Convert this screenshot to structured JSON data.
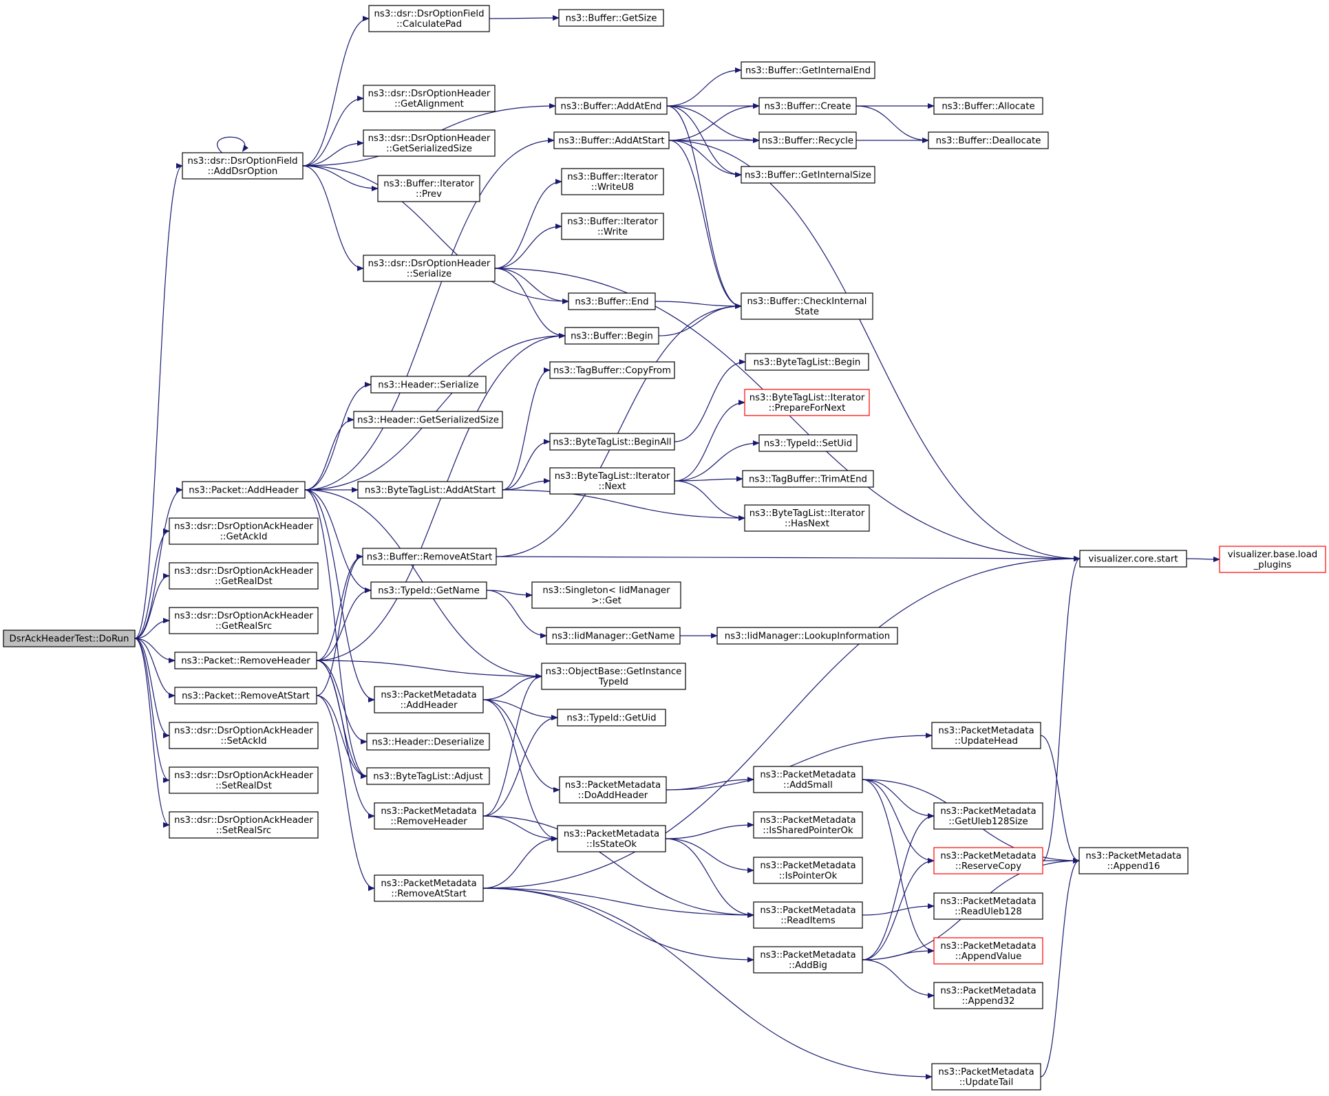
{
  "colors": {
    "edge": "#191970",
    "root_fill": "#bfbfbf",
    "node_border": "#000000",
    "truncated_border": "#ff0000"
  },
  "nodes": [
    {
      "id": "root",
      "lines": [
        "DsrAckHeaderTest::DoRun"
      ],
      "kind": "root"
    },
    {
      "id": "addDsrOption",
      "lines": [
        "ns3::dsr::DsrOptionField",
        "::AddDsrOption"
      ]
    },
    {
      "id": "calculatePad",
      "lines": [
        "ns3::dsr::DsrOptionField",
        "::CalculatePad"
      ]
    },
    {
      "id": "bufGetSize",
      "lines": [
        "ns3::Buffer::GetSize"
      ]
    },
    {
      "id": "getAlignment",
      "lines": [
        "ns3::dsr::DsrOptionHeader",
        "::GetAlignment"
      ]
    },
    {
      "id": "getSerSizeOpt",
      "lines": [
        "ns3::dsr::DsrOptionHeader",
        "::GetSerializedSize"
      ]
    },
    {
      "id": "iterPrev",
      "lines": [
        "ns3::Buffer::Iterator",
        "::Prev"
      ]
    },
    {
      "id": "optSerialize",
      "lines": [
        "ns3::dsr::DsrOptionHeader",
        "::Serialize"
      ]
    },
    {
      "id": "addAtEnd",
      "lines": [
        "ns3::Buffer::AddAtEnd"
      ]
    },
    {
      "id": "addAtStartBuf",
      "lines": [
        "ns3::Buffer::AddAtStart"
      ]
    },
    {
      "id": "writeU8",
      "lines": [
        "ns3::Buffer::Iterator",
        "::WriteU8"
      ]
    },
    {
      "id": "write",
      "lines": [
        "ns3::Buffer::Iterator",
        "::Write"
      ]
    },
    {
      "id": "bufEnd",
      "lines": [
        "ns3::Buffer::End"
      ]
    },
    {
      "id": "bufBegin",
      "lines": [
        "ns3::Buffer::Begin"
      ]
    },
    {
      "id": "getInternalEnd",
      "lines": [
        "ns3::Buffer::GetInternalEnd"
      ]
    },
    {
      "id": "bufCreate",
      "lines": [
        "ns3::Buffer::Create"
      ]
    },
    {
      "id": "bufRecycle",
      "lines": [
        "ns3::Buffer::Recycle"
      ]
    },
    {
      "id": "getInternalSize",
      "lines": [
        "ns3::Buffer::GetInternalSize"
      ]
    },
    {
      "id": "checkInternal",
      "lines": [
        "ns3::Buffer::CheckInternal",
        "State"
      ]
    },
    {
      "id": "allocate",
      "lines": [
        "ns3::Buffer::Allocate"
      ]
    },
    {
      "id": "deallocate",
      "lines": [
        "ns3::Buffer::Deallocate"
      ]
    },
    {
      "id": "hdrSerialize",
      "lines": [
        "ns3::Header::Serialize"
      ]
    },
    {
      "id": "hdrGetSerSize",
      "lines": [
        "ns3::Header::GetSerializedSize"
      ]
    },
    {
      "id": "tagCopyFrom",
      "lines": [
        "ns3::TagBuffer::CopyFrom"
      ]
    },
    {
      "id": "btlBegin",
      "lines": [
        "ns3::ByteTagList::Begin"
      ]
    },
    {
      "id": "prepareForNext",
      "lines": [
        "ns3::ByteTagList::Iterator",
        "::PrepareForNext"
      ],
      "kind": "trunc"
    },
    {
      "id": "beginAll",
      "lines": [
        "ns3::ByteTagList::BeginAll"
      ]
    },
    {
      "id": "setUid",
      "lines": [
        "ns3::TypeId::SetUid"
      ]
    },
    {
      "id": "btlNext",
      "lines": [
        "ns3::ByteTagList::Iterator",
        "::Next"
      ]
    },
    {
      "id": "trimAtEnd",
      "lines": [
        "ns3::TagBuffer::TrimAtEnd"
      ]
    },
    {
      "id": "btlAddAtStart",
      "lines": [
        "ns3::ByteTagList::AddAtStart"
      ]
    },
    {
      "id": "hasNext",
      "lines": [
        "ns3::ByteTagList::Iterator",
        "::HasNext"
      ]
    },
    {
      "id": "pktAddHeader",
      "lines": [
        "ns3::Packet::AddHeader"
      ]
    },
    {
      "id": "getAckId",
      "lines": [
        "ns3::dsr::DsrOptionAckHeader",
        "::GetAckId"
      ]
    },
    {
      "id": "getRealDst",
      "lines": [
        "ns3::dsr::DsrOptionAckHeader",
        "::GetRealDst"
      ]
    },
    {
      "id": "getRealSrc",
      "lines": [
        "ns3::dsr::DsrOptionAckHeader",
        "::GetRealSrc"
      ]
    },
    {
      "id": "bufRemoveAtStart",
      "lines": [
        "ns3::Buffer::RemoveAtStart"
      ]
    },
    {
      "id": "vizStart",
      "lines": [
        "visualizer.core.start"
      ]
    },
    {
      "id": "vizLoad",
      "lines": [
        "visualizer.base.load",
        "_plugins"
      ],
      "kind": "trunc"
    },
    {
      "id": "typeGetName",
      "lines": [
        "ns3::TypeId::GetName"
      ]
    },
    {
      "id": "singletonGet",
      "lines": [
        "ns3::Singleton< IidManager",
        ">::Get"
      ]
    },
    {
      "id": "iidGetName",
      "lines": [
        "ns3::IidManager::GetName"
      ]
    },
    {
      "id": "lookupInfo",
      "lines": [
        "ns3::IidManager::LookupInformation"
      ]
    },
    {
      "id": "pktRemoveHeader",
      "lines": [
        "ns3::Packet::RemoveHeader"
      ]
    },
    {
      "id": "getInstanceTypeId",
      "lines": [
        "ns3::ObjectBase::GetInstance",
        "TypeId"
      ]
    },
    {
      "id": "pktRemoveAtStart",
      "lines": [
        "ns3::Packet::RemoveAtStart"
      ]
    },
    {
      "id": "pmAddHeader",
      "lines": [
        "ns3::PacketMetadata",
        "::AddHeader"
      ]
    },
    {
      "id": "getUid",
      "lines": [
        "ns3::TypeId::GetUid"
      ]
    },
    {
      "id": "setAckId",
      "lines": [
        "ns3::dsr::DsrOptionAckHeader",
        "::SetAckId"
      ]
    },
    {
      "id": "hdrDeserialize",
      "lines": [
        "ns3::Header::Deserialize"
      ]
    },
    {
      "id": "updateHead",
      "lines": [
        "ns3::PacketMetadata",
        "::UpdateHead"
      ]
    },
    {
      "id": "setRealDst",
      "lines": [
        "ns3::dsr::DsrOptionAckHeader",
        "::SetRealDst"
      ]
    },
    {
      "id": "btlAdjust",
      "lines": [
        "ns3::ByteTagList::Adjust"
      ]
    },
    {
      "id": "doAddHeader",
      "lines": [
        "ns3::PacketMetadata",
        "::DoAddHeader"
      ]
    },
    {
      "id": "addSmall",
      "lines": [
        "ns3::PacketMetadata",
        "::AddSmall"
      ]
    },
    {
      "id": "setRealSrc",
      "lines": [
        "ns3::dsr::DsrOptionAckHeader",
        "::SetRealSrc"
      ]
    },
    {
      "id": "pmRemoveHeader",
      "lines": [
        "ns3::PacketMetadata",
        "::RemoveHeader"
      ]
    },
    {
      "id": "isSharedPointerOk",
      "lines": [
        "ns3::PacketMetadata",
        "::IsSharedPointerOk"
      ]
    },
    {
      "id": "getUleb128Size",
      "lines": [
        "ns3::PacketMetadata",
        "::GetUleb128Size"
      ]
    },
    {
      "id": "isStateOk",
      "lines": [
        "ns3::PacketMetadata",
        "::IsStateOk"
      ]
    },
    {
      "id": "reserveCopy",
      "lines": [
        "ns3::PacketMetadata",
        "::ReserveCopy"
      ],
      "kind": "trunc"
    },
    {
      "id": "append16",
      "lines": [
        "ns3::PacketMetadata",
        "::Append16"
      ]
    },
    {
      "id": "isPointerOk",
      "lines": [
        "ns3::PacketMetadata",
        "::IsPointerOk"
      ]
    },
    {
      "id": "pmRemoveAtStart",
      "lines": [
        "ns3::PacketMetadata",
        "::RemoveAtStart"
      ]
    },
    {
      "id": "readItems",
      "lines": [
        "ns3::PacketMetadata",
        "::ReadItems"
      ]
    },
    {
      "id": "readUleb128",
      "lines": [
        "ns3::PacketMetadata",
        "::ReadUleb128"
      ]
    },
    {
      "id": "addBig",
      "lines": [
        "ns3::PacketMetadata",
        "::AddBig"
      ]
    },
    {
      "id": "appendValue",
      "lines": [
        "ns3::PacketMetadata",
        "::AppendValue"
      ],
      "kind": "trunc"
    },
    {
      "id": "append32",
      "lines": [
        "ns3::PacketMetadata",
        "::Append32"
      ]
    },
    {
      "id": "updateTail",
      "lines": [
        "ns3::PacketMetadata",
        "::UpdateTail"
      ]
    }
  ],
  "edges": [
    [
      "root",
      "addDsrOption"
    ],
    [
      "root",
      "pktAddHeader"
    ],
    [
      "root",
      "getAckId"
    ],
    [
      "root",
      "getRealDst"
    ],
    [
      "root",
      "getRealSrc"
    ],
    [
      "root",
      "pktRemoveHeader"
    ],
    [
      "root",
      "pktRemoveAtStart"
    ],
    [
      "root",
      "setAckId"
    ],
    [
      "root",
      "setRealDst"
    ],
    [
      "root",
      "setRealSrc"
    ],
    [
      "addDsrOption",
      "addDsrOption"
    ],
    [
      "addDsrOption",
      "calculatePad"
    ],
    [
      "addDsrOption",
      "addAtEnd"
    ],
    [
      "addDsrOption",
      "getAlignment"
    ],
    [
      "addDsrOption",
      "getSerSizeOpt"
    ],
    [
      "addDsrOption",
      "iterPrev"
    ],
    [
      "addDsrOption",
      "optSerialize"
    ],
    [
      "addDsrOption",
      "bufEnd"
    ],
    [
      "calculatePad",
      "bufGetSize"
    ],
    [
      "optSerialize",
      "writeU8"
    ],
    [
      "optSerialize",
      "write"
    ],
    [
      "optSerialize",
      "bufEnd"
    ],
    [
      "optSerialize",
      "bufBegin"
    ],
    [
      "optSerialize",
      "vizStart"
    ],
    [
      "addAtEnd",
      "getInternalEnd"
    ],
    [
      "addAtEnd",
      "bufCreate"
    ],
    [
      "addAtEnd",
      "bufRecycle"
    ],
    [
      "addAtEnd",
      "getInternalSize"
    ],
    [
      "addAtEnd",
      "checkInternal"
    ],
    [
      "addAtStartBuf",
      "bufCreate"
    ],
    [
      "addAtStartBuf",
      "bufRecycle"
    ],
    [
      "addAtStartBuf",
      "getInternalSize"
    ],
    [
      "addAtStartBuf",
      "checkInternal"
    ],
    [
      "addAtStartBuf",
      "vizStart"
    ],
    [
      "bufCreate",
      "allocate"
    ],
    [
      "bufCreate",
      "deallocate"
    ],
    [
      "bufRecycle",
      "deallocate"
    ],
    [
      "bufEnd",
      "checkInternal"
    ],
    [
      "bufBegin",
      "checkInternal"
    ],
    [
      "pktAddHeader",
      "addAtStartBuf"
    ],
    [
      "pktAddHeader",
      "bufBegin"
    ],
    [
      "pktAddHeader",
      "hdrSerialize"
    ],
    [
      "pktAddHeader",
      "hdrGetSerSize"
    ],
    [
      "pktAddHeader",
      "btlAddAtStart"
    ],
    [
      "pktAddHeader",
      "typeGetName"
    ],
    [
      "pktAddHeader",
      "getInstanceTypeId"
    ],
    [
      "pktAddHeader",
      "pmAddHeader"
    ],
    [
      "pktAddHeader",
      "btlAdjust"
    ],
    [
      "btlAddAtStart",
      "tagCopyFrom"
    ],
    [
      "btlAddAtStart",
      "beginAll"
    ],
    [
      "btlAddAtStart",
      "btlNext"
    ],
    [
      "btlAddAtStart",
      "hasNext"
    ],
    [
      "beginAll",
      "btlBegin"
    ],
    [
      "btlNext",
      "prepareForNext"
    ],
    [
      "btlNext",
      "setUid"
    ],
    [
      "btlNext",
      "trimAtEnd"
    ],
    [
      "btlNext",
      "hasNext"
    ],
    [
      "bufRemoveAtStart",
      "checkInternal"
    ],
    [
      "bufRemoveAtStart",
      "vizStart"
    ],
    [
      "vizStart",
      "vizLoad"
    ],
    [
      "typeGetName",
      "singletonGet"
    ],
    [
      "typeGetName",
      "iidGetName"
    ],
    [
      "iidGetName",
      "lookupInfo"
    ],
    [
      "pktRemoveHeader",
      "bufBegin"
    ],
    [
      "pktRemoveHeader",
      "bufRemoveAtStart"
    ],
    [
      "pktRemoveHeader",
      "typeGetName"
    ],
    [
      "pktRemoveHeader",
      "getInstanceTypeId"
    ],
    [
      "pktRemoveHeader",
      "hdrDeserialize"
    ],
    [
      "pktRemoveHeader",
      "btlAdjust"
    ],
    [
      "pktRemoveHeader",
      "pmRemoveHeader"
    ],
    [
      "pktRemoveAtStart",
      "bufRemoveAtStart"
    ],
    [
      "pktRemoveAtStart",
      "btlAdjust"
    ],
    [
      "pktRemoveAtStart",
      "pmRemoveAtStart"
    ],
    [
      "pmAddHeader",
      "getInstanceTypeId"
    ],
    [
      "pmAddHeader",
      "getUid"
    ],
    [
      "pmAddHeader",
      "doAddHeader"
    ],
    [
      "pmAddHeader",
      "isStateOk"
    ],
    [
      "doAddHeader",
      "updateHead"
    ],
    [
      "doAddHeader",
      "addSmall"
    ],
    [
      "updateHead",
      "append16"
    ],
    [
      "addSmall",
      "getUleb128Size"
    ],
    [
      "addSmall",
      "reserveCopy"
    ],
    [
      "addSmall",
      "append16"
    ],
    [
      "addSmall",
      "appendValue"
    ],
    [
      "pmRemoveHeader",
      "getInstanceTypeId"
    ],
    [
      "pmRemoveHeader",
      "getUid"
    ],
    [
      "pmRemoveHeader",
      "isStateOk"
    ],
    [
      "pmRemoveHeader",
      "readItems"
    ],
    [
      "isStateOk",
      "isSharedPointerOk"
    ],
    [
      "isStateOk",
      "isPointerOk"
    ],
    [
      "isStateOk",
      "readItems"
    ],
    [
      "reserveCopy",
      "append16"
    ],
    [
      "reserveCopy",
      "vizStart"
    ],
    [
      "pmRemoveAtStart",
      "isStateOk"
    ],
    [
      "pmRemoveAtStart",
      "readItems"
    ],
    [
      "pmRemoveAtStart",
      "addBig"
    ],
    [
      "pmRemoveAtStart",
      "updateTail"
    ],
    [
      "pmRemoveAtStart",
      "vizStart"
    ],
    [
      "readItems",
      "readUleb128"
    ],
    [
      "addBig",
      "getUleb128Size"
    ],
    [
      "addBig",
      "reserveCopy"
    ],
    [
      "addBig",
      "appendValue"
    ],
    [
      "addBig",
      "append32"
    ],
    [
      "addBig",
      "append16"
    ],
    [
      "updateTail",
      "append16"
    ]
  ]
}
